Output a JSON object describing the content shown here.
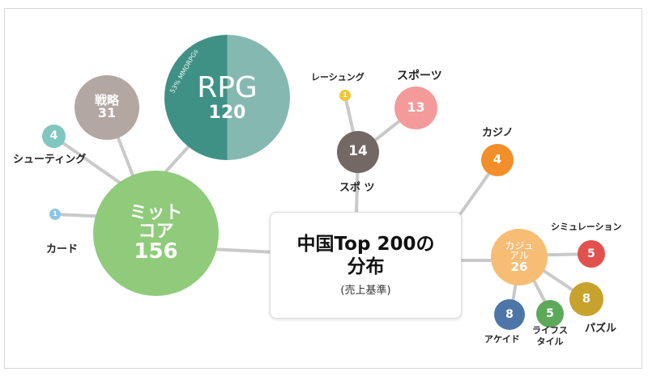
{
  "center": {
    "title_line1": "中国Top 200の",
    "title_line2": "分布",
    "subtitle": "(売上基準)"
  },
  "nodes": {
    "midcore": {
      "name_line1": "ミット",
      "name_line2": "コア",
      "count": "156",
      "color": "#8fcb7a"
    },
    "rpg": {
      "name": "RPG",
      "count": "120",
      "inner_label": "53% MMORPGs",
      "color": "#3f9185",
      "color_light": "#86b8b2"
    },
    "strategy": {
      "name": "戦略",
      "count": "31",
      "color": "#b3a7a2"
    },
    "shooting": {
      "count": "4",
      "label": "シューティング",
      "color": "#7fc7bf"
    },
    "card": {
      "count": "1",
      "label": "カード",
      "color": "#8cc5e8"
    },
    "sports": {
      "count": "14",
      "label": "スポ ツ",
      "color": "#736864"
    },
    "racing": {
      "count": "1",
      "label": "レーシュング",
      "color": "#f2c53a"
    },
    "sports2": {
      "count": "13",
      "label": "スポーツ",
      "color": "#f59a9a"
    },
    "casino": {
      "count": "4",
      "label": "カジノ",
      "color": "#f28f2a"
    },
    "casual": {
      "name_line1": "カジュ",
      "name_line2": "アル",
      "count": "26",
      "color": "#f7bd75"
    },
    "simulation": {
      "count": "5",
      "label": "シミュレーション",
      "color": "#e2514d"
    },
    "puzzle": {
      "count": "8",
      "label": "パズル",
      "color": "#c7a22c"
    },
    "lifestyle": {
      "count": "5",
      "label_line1": "ライフス",
      "label_line2": "タイル",
      "color": "#5da95a"
    },
    "action": {
      "count": "8",
      "label": "アケイド",
      "color": "#4d76a8"
    }
  }
}
